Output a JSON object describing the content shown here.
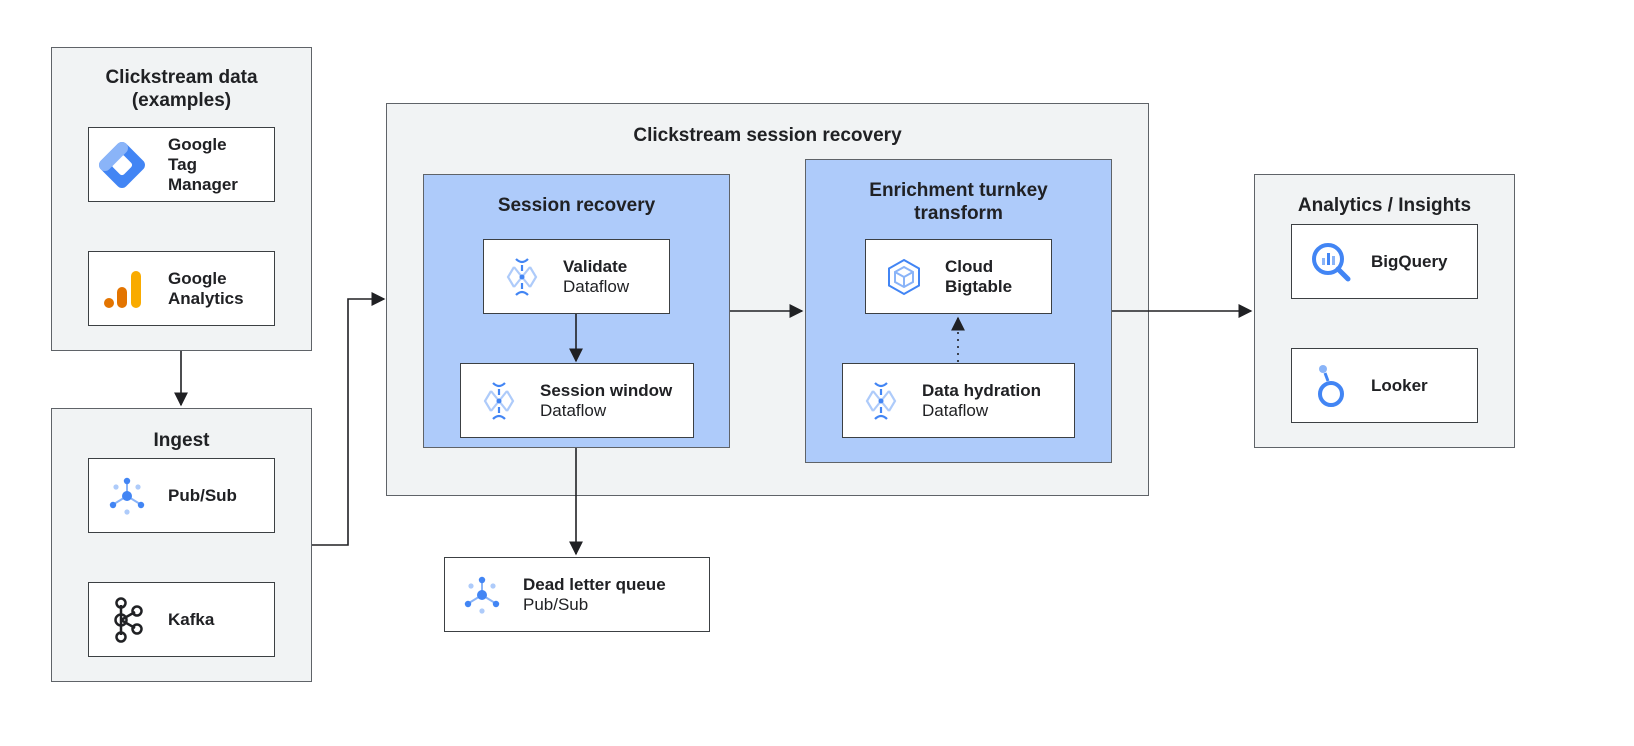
{
  "clickstream": {
    "title": "Clickstream data (examples)",
    "title_line1": "Clickstream data",
    "title_line2": "(examples)",
    "gtm": {
      "line1": "Google",
      "line2": "Tag",
      "line3": "Manager"
    },
    "ga": {
      "line1": "Google",
      "line2": "Analytics"
    }
  },
  "ingest": {
    "title": "Ingest",
    "pubsub": "Pub/Sub",
    "kafka": "Kafka"
  },
  "recovery": {
    "title": "Clickstream session recovery",
    "session": {
      "title": "Session recovery",
      "validate": {
        "name": "Validate",
        "service": "Dataflow"
      },
      "window": {
        "name": "Session window",
        "service": "Dataflow"
      }
    },
    "enrichment": {
      "title_line1": "Enrichment turnkey",
      "title_line2": "transform",
      "bigtable": {
        "line1": "Cloud",
        "line2": "Bigtable"
      },
      "hydration": {
        "name": "Data hydration",
        "service": "Dataflow"
      }
    }
  },
  "dlq": {
    "name": "Dead letter queue",
    "service": "Pub/Sub"
  },
  "analytics": {
    "title": "Analytics / Insights",
    "bigquery": "BigQuery",
    "looker": "Looker"
  },
  "colors": {
    "group_bg": "#f1f3f4",
    "inner_bg": "#aecbfa",
    "border": "#5f6368",
    "google_blue": "#4285f4",
    "analytics_orange": "#f9ab00",
    "analytics_dark_orange": "#e37400"
  }
}
